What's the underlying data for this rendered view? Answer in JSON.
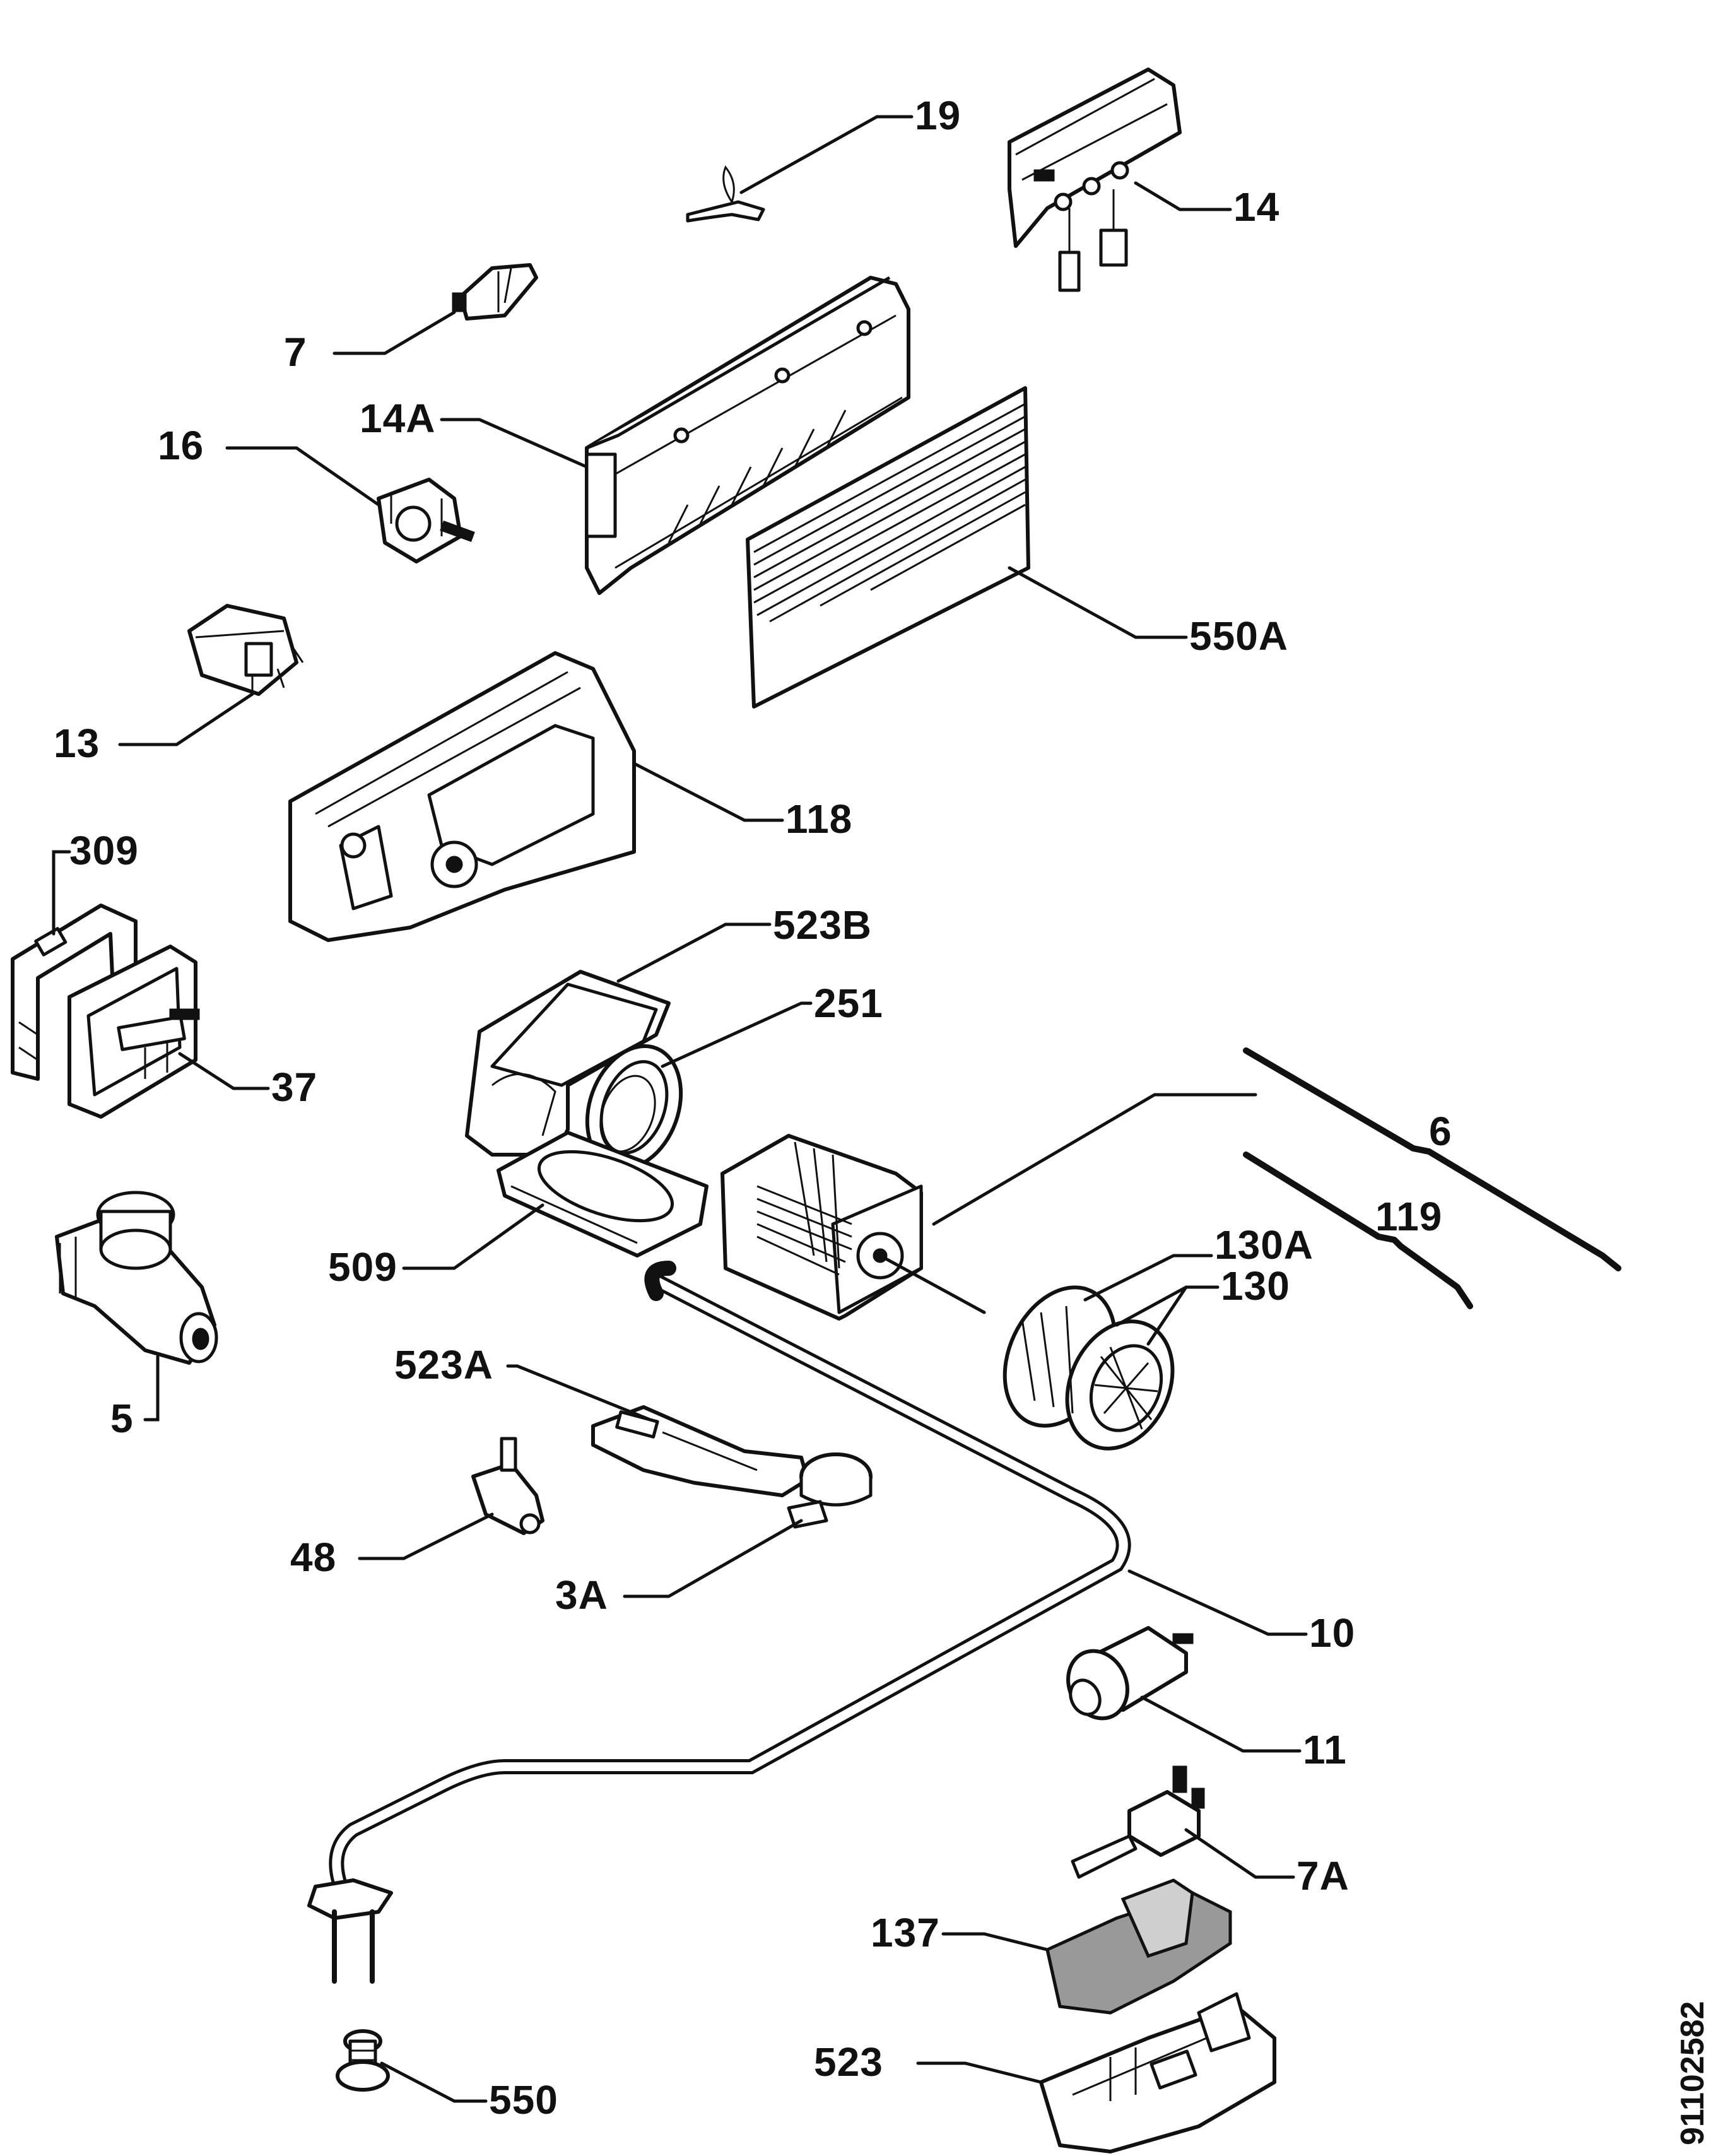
{
  "document_id": "91102582",
  "labels": {
    "p19": "19",
    "p14": "14",
    "p7": "7",
    "p14a": "14A",
    "p16": "16",
    "p550a": "550A",
    "p13": "13",
    "p118": "118",
    "p309": "309",
    "p523b": "523B",
    "p251": "251",
    "p37": "37",
    "p6": "6",
    "p509": "509",
    "p119": "119",
    "p130a": "130A",
    "p130": "130",
    "p5": "5",
    "p523a": "523A",
    "p48": "48",
    "p3a": "3A",
    "p10": "10",
    "p11": "11",
    "p7a": "7A",
    "p137": "137",
    "p523": "523",
    "p550": "550"
  }
}
